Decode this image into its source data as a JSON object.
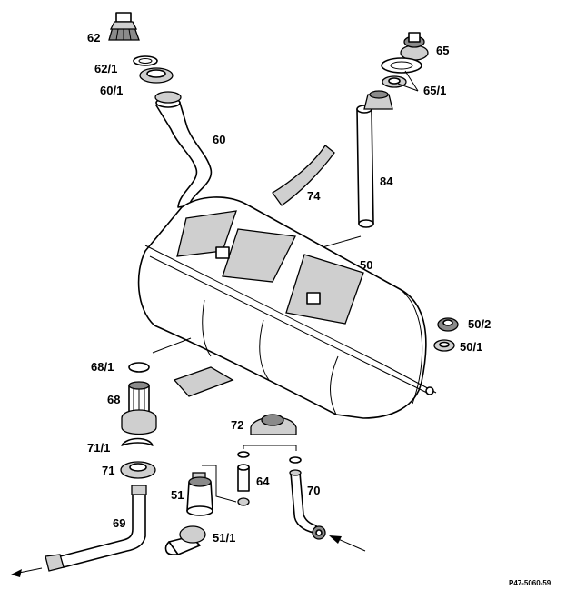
{
  "diagram": {
    "reference": "P47-5060-59",
    "labels": {
      "p62": "62",
      "p62_1": "62/1",
      "p60_1": "60/1",
      "p60": "60",
      "p74": "74",
      "p84": "84",
      "p65": "65",
      "p65_1": "65/1",
      "p50": "50",
      "p50_2": "50/2",
      "p50_1": "50/1",
      "p68_1": "68/1",
      "p68": "68",
      "p71_1": "71/1",
      "p71": "71",
      "p72": "72",
      "p64": "64",
      "p70": "70",
      "p51": "51",
      "p51_1": "51/1",
      "p69": "69"
    }
  }
}
